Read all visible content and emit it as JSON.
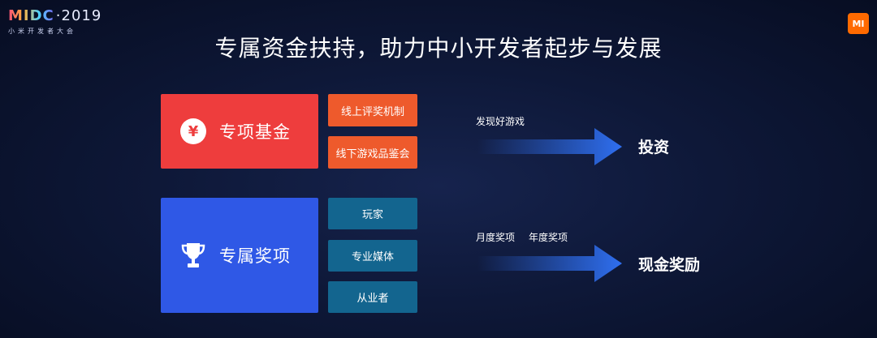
{
  "logo": {
    "mi": "MIDC",
    "year": "·2019",
    "subtitle": "小米开发者大会"
  },
  "brand_badge": "MI",
  "title": "专属资金扶持，助力中小开发者起步与发展",
  "fund": {
    "icon": "yen-icon",
    "label": "专项基金",
    "items": [
      "线上评奖机制",
      "线下游戏品鉴会"
    ],
    "arrow_label": "发现好游戏",
    "result": "投资"
  },
  "award": {
    "icon": "trophy-icon",
    "label": "专属奖项",
    "items": [
      "玩家",
      "专业媒体",
      "从业者"
    ],
    "arrow_labels": [
      "月度奖项",
      "年度奖项"
    ],
    "result": "现金奖励"
  },
  "colors": {
    "background": "#0e1838",
    "fund": "#ee3d3d",
    "award": "#2f58e6",
    "orange_chip": "#ee5a2c",
    "teal_chip": "#13658f",
    "arrow": "#2f6ff0"
  }
}
